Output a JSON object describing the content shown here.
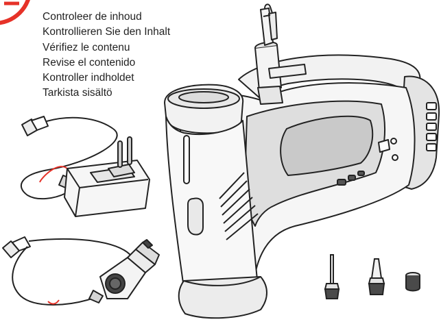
{
  "instructions": [
    "Controleer de inhoud",
    "Kontrollieren Sie den Inhalt",
    "Vérifiez le contenu",
    "Revise el contenido",
    "Kontroller indholdet",
    "Tarkista sisältö"
  ],
  "items": {
    "main_unit": "portable-air-compressor",
    "ac_adapter": "wall-power-adapter-with-cable",
    "car_adapter": "car-12v-plug-cable",
    "nozzles": [
      "inflation-needle",
      "cone-nozzle",
      "valve-adapter"
    ]
  },
  "colors": {
    "accent": "#e63228",
    "line": "#222222",
    "body_light": "#f4f4f4",
    "body_shade": "#dedede",
    "grip": "#c9c9c9"
  }
}
